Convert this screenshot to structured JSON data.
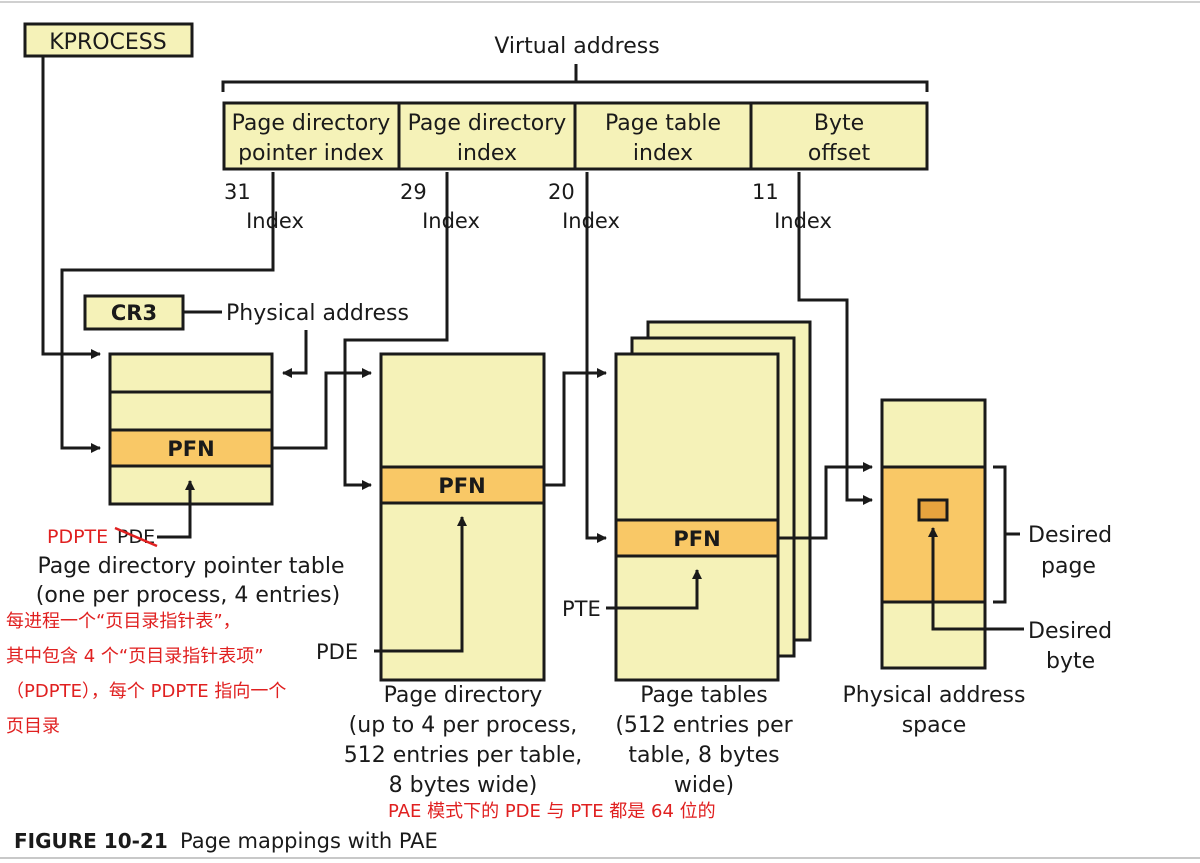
{
  "kprocess_label": "KPROCESS",
  "virtual_address_label": "Virtual address",
  "va_fields": [
    {
      "line1": "Page directory",
      "line2": "pointer index"
    },
    {
      "line1": "Page directory",
      "line2": "index"
    },
    {
      "line1": "Page table",
      "line2": "index"
    },
    {
      "line1": "Byte",
      "line2": "offset"
    }
  ],
  "bit_numbers": [
    "31",
    "29",
    "20",
    "11"
  ],
  "index_label": "Index",
  "cr3_label": "CR3",
  "physical_address_label": "Physical address",
  "pfn_label": "PFN",
  "pdpte_label": "PDPTE",
  "pde_struck_label": "PDE",
  "pdpt_caption": [
    "Page directory pointer table",
    "(one per process, 4 entries)"
  ],
  "pd_caption": [
    "Page directory",
    "(up to 4 per process,",
    "512 entries per table,",
    "8 bytes wide)"
  ],
  "pt_caption": [
    "Page tables",
    "(512 entries per",
    "table, 8 bytes",
    "wide)"
  ],
  "phys_caption": [
    "Physical address",
    "space"
  ],
  "pde_label": "PDE",
  "pte_label": "PTE",
  "desired_page": [
    "Desired",
    "page"
  ],
  "desired_byte": [
    "Desired",
    "byte"
  ],
  "red_notes": [
    "每进程一个“页目录指针表”，",
    "其中包含 4 个“页目录指针表项”",
    "（PDPTE），每个 PDPTE 指向一个",
    "页目录"
  ],
  "red_bottom_note": "PAE 模式下的 PDE 与 PTE 都是 64 位的",
  "figure_label": "FIGURE 10-21",
  "figure_caption": "Page mappings with PAE",
  "colors": {
    "box_fill": "#f5f2b8",
    "pfn_fill": "#f9c866",
    "annotation": "#e02020",
    "stroke": "#1a1a1a"
  }
}
